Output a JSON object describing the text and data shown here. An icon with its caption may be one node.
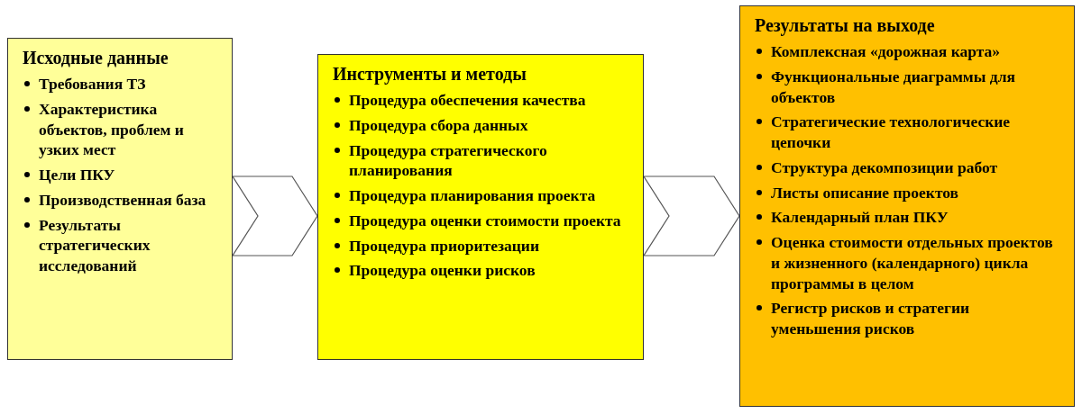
{
  "diagram": {
    "nodes": [
      {
        "text": [
          "Исходные данные",
          "Требования ТЗ",
          "Характеристика объектов, проблем и узких мест",
          "Цели ПКУ",
          "Производственная база",
          "Результаты стратегических исследований"
        ]
      },
      {
        "text": [
          "Инструменты и методы",
          "Процедура обеспечения качества",
          "Процедура сбора данных",
          "Процедура стратегического планирования",
          "Процедура планирования проекта",
          "Процедура оценки стоимости проекта",
          "Процедура приоритезации",
          "Процедура оценки рисков"
        ]
      },
      {
        "text": [
          "Результаты на выходе",
          "Комплексная «дорожная карта»",
          "Функциональные диаграммы для объектов",
          "Стратегические технологические цепочки",
          "Структура декомпозиции работ",
          "Листы описание проектов",
          "Календарный план ПКУ",
          "Оценка стоимости отдельных проектов и жизненного (календарного) цикла программы в целом",
          "Регистр рисков и стратегии уменьшения рисков"
        ]
      }
    ],
    "edges": [
      {
        "from": 0,
        "to": 1,
        "arrow": "to"
      },
      {
        "from": 1,
        "to": 2,
        "arrow": "to"
      }
    ]
  }
}
